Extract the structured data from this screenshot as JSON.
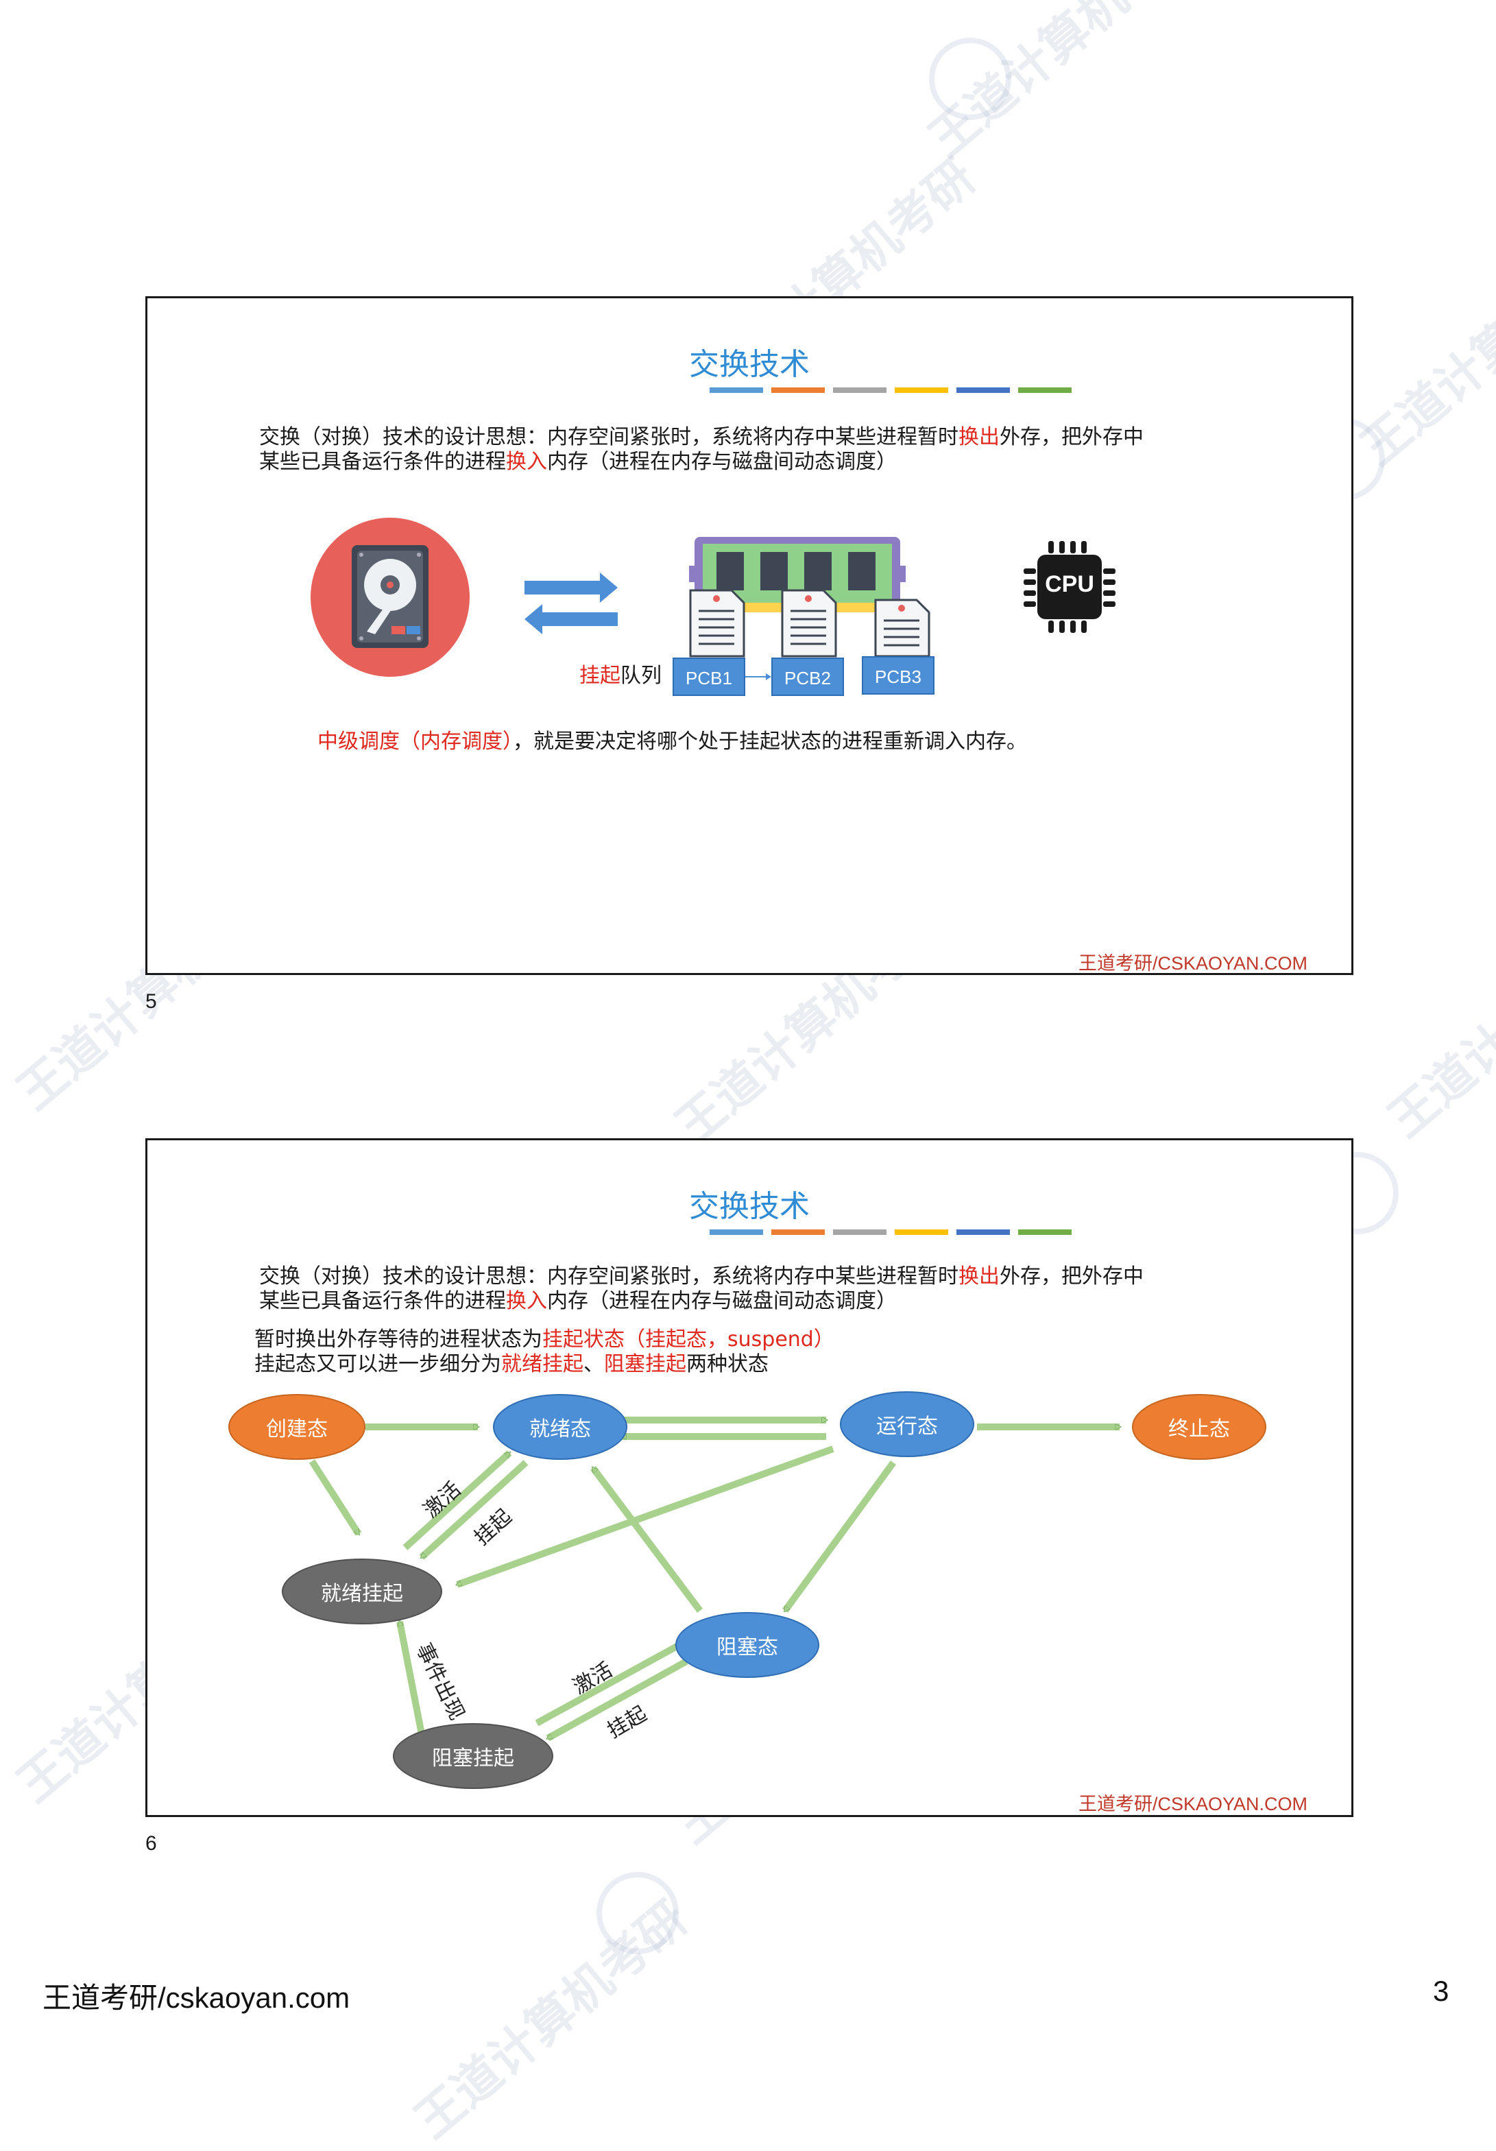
{
  "slides": [
    {
      "title": "交换技术",
      "line1_a": "交换（对换）技术的设计思想：内存空间紧张时，系统将内存中某些进程暂时",
      "line1_red": "换出",
      "line1_b": "外存，把外存中",
      "line2_a": "某些已具备运行条件的进程",
      "line2_red": "换入",
      "line2_b": "内存（进程在内存与磁盘间动态调度）",
      "queue_red": "挂起",
      "queue_label": "队列",
      "pcbs": [
        "PCB1",
        "PCB2",
        "PCB3"
      ],
      "cpu_label": "CPU",
      "note_red": "中级调度（内存调度）",
      "note_rest": "，就是要决定将哪个处于挂起状态的进程重新调入内存。",
      "footer": "王道考研/CSKAOYAN.COM",
      "page_number": "5"
    },
    {
      "title": "交换技术",
      "line1_a": "交换（对换）技术的设计思想：内存空间紧张时，系统将内存中某些进程暂时",
      "line1_red": "换出",
      "line1_b": "外存，把外存中",
      "line2_a": "某些已具备运行条件的进程",
      "line2_red": "换入",
      "line2_b": "内存（进程在内存与磁盘间动态调度）",
      "line3_a": "暂时换出外存等待的进程状态为",
      "line3_red": "挂起状态（挂起态，suspend）",
      "line4_a": "挂起态又可以进一步细分为",
      "line4_red1": "就绪挂起",
      "line4_mid": "、",
      "line4_red2": "阻塞挂起",
      "line4_b": "两种状态",
      "states": {
        "create": "创建态",
        "ready": "就绪态",
        "running": "运行态",
        "terminated": "终止态",
        "ready_suspend": "就绪挂起",
        "blocked": "阻塞态",
        "blocked_suspend": "阻塞挂起"
      },
      "edge_labels": {
        "activate_top": "激活",
        "suspend_top": "挂起",
        "event_occurs": "事件出现",
        "activate_bottom": "激活",
        "suspend_bottom": "挂起"
      },
      "footer": "王道考研/CSKAOYAN.COM",
      "page_number": "6"
    }
  ],
  "title_bar_colors": [
    "#5b9bd5",
    "#ed7d31",
    "#a5a5a5",
    "#ffc000",
    "#4472c4",
    "#70ad47"
  ],
  "colors": {
    "orange_state": "#ed7d31",
    "blue_state": "#4d8fd6",
    "gray_state": "#6b6b6b",
    "arrow_fill": "#a9d18e",
    "arrow_stroke": "#5e9e48"
  },
  "page_footer": "王道考研/cskaoyan.com",
  "page_number": "3"
}
